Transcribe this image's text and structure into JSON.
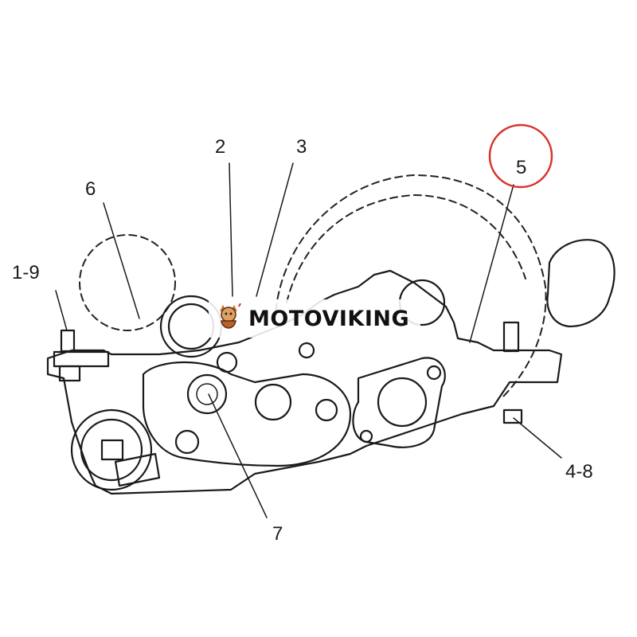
{
  "callouts": {
    "c1_9": "1-9",
    "c2": "2",
    "c3": "3",
    "c4_8": "4-8",
    "c5": "5",
    "c6": "6",
    "c7": "7"
  },
  "watermark": {
    "text": "MOTOVIKING",
    "logo_icon": "viking-mascot-icon"
  },
  "colors": {
    "line": "#1a1a1a",
    "highlight": "#d9342b",
    "logo_accent": "#c8702a"
  }
}
